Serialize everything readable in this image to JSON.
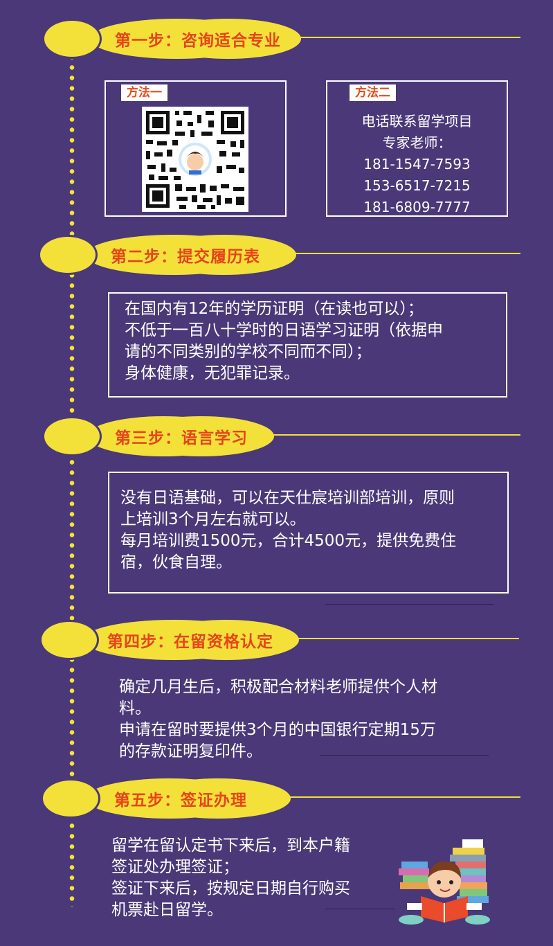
{
  "steps": [
    {
      "title": "第一步：咨询适合专业"
    },
    {
      "title": "第二步：提交履历表"
    },
    {
      "title": "第三步：语言学习"
    },
    {
      "title": "第四步：在留资格认定"
    },
    {
      "title": "第五步：签证办理"
    }
  ],
  "method1": {
    "tag": "方法一"
  },
  "method2": {
    "tag": "方法二",
    "lines": [
      "电话联系留学项目",
      "专家老师：",
      "181-1547-7593",
      "153-6517-7215",
      "181-6809-7777"
    ]
  },
  "step2_text": [
    "在国内有12年的学历证明（在读也可以）；",
    "不低于一百八十学时的日语学习证明（依据申",
    "请的不同类别的学校不同而不同）；",
    "身体健康，无犯罪记录。"
  ],
  "step3_text": [
    "没有日语基础，可以在天仕宸培训部培训，原则",
    "上培训3个月左右就可以。",
    "每月培训费1500元，合计4500元，提供免费住",
    "宿，伙食自理。"
  ],
  "step4_text": [
    "确定几月生后，积极配合材料老师提供个人材",
    "料。",
    "申请在留时要提供3个月的中国银行定期15万",
    "的存款证明复印件。"
  ],
  "step5_text": [
    "留学在留认定书下来后，到本户籍",
    "签证处办理签证；",
    "签证下来后，按规定日期自行购买",
    "机票赴日留学。"
  ],
  "colors": {
    "background": "#4a3878",
    "accent": "#f3e13a",
    "title": "#e8431a",
    "tag": "#e84a15"
  },
  "icons": [
    "qr-code-icon",
    "avatar-icon",
    "reading-child-icon"
  ]
}
